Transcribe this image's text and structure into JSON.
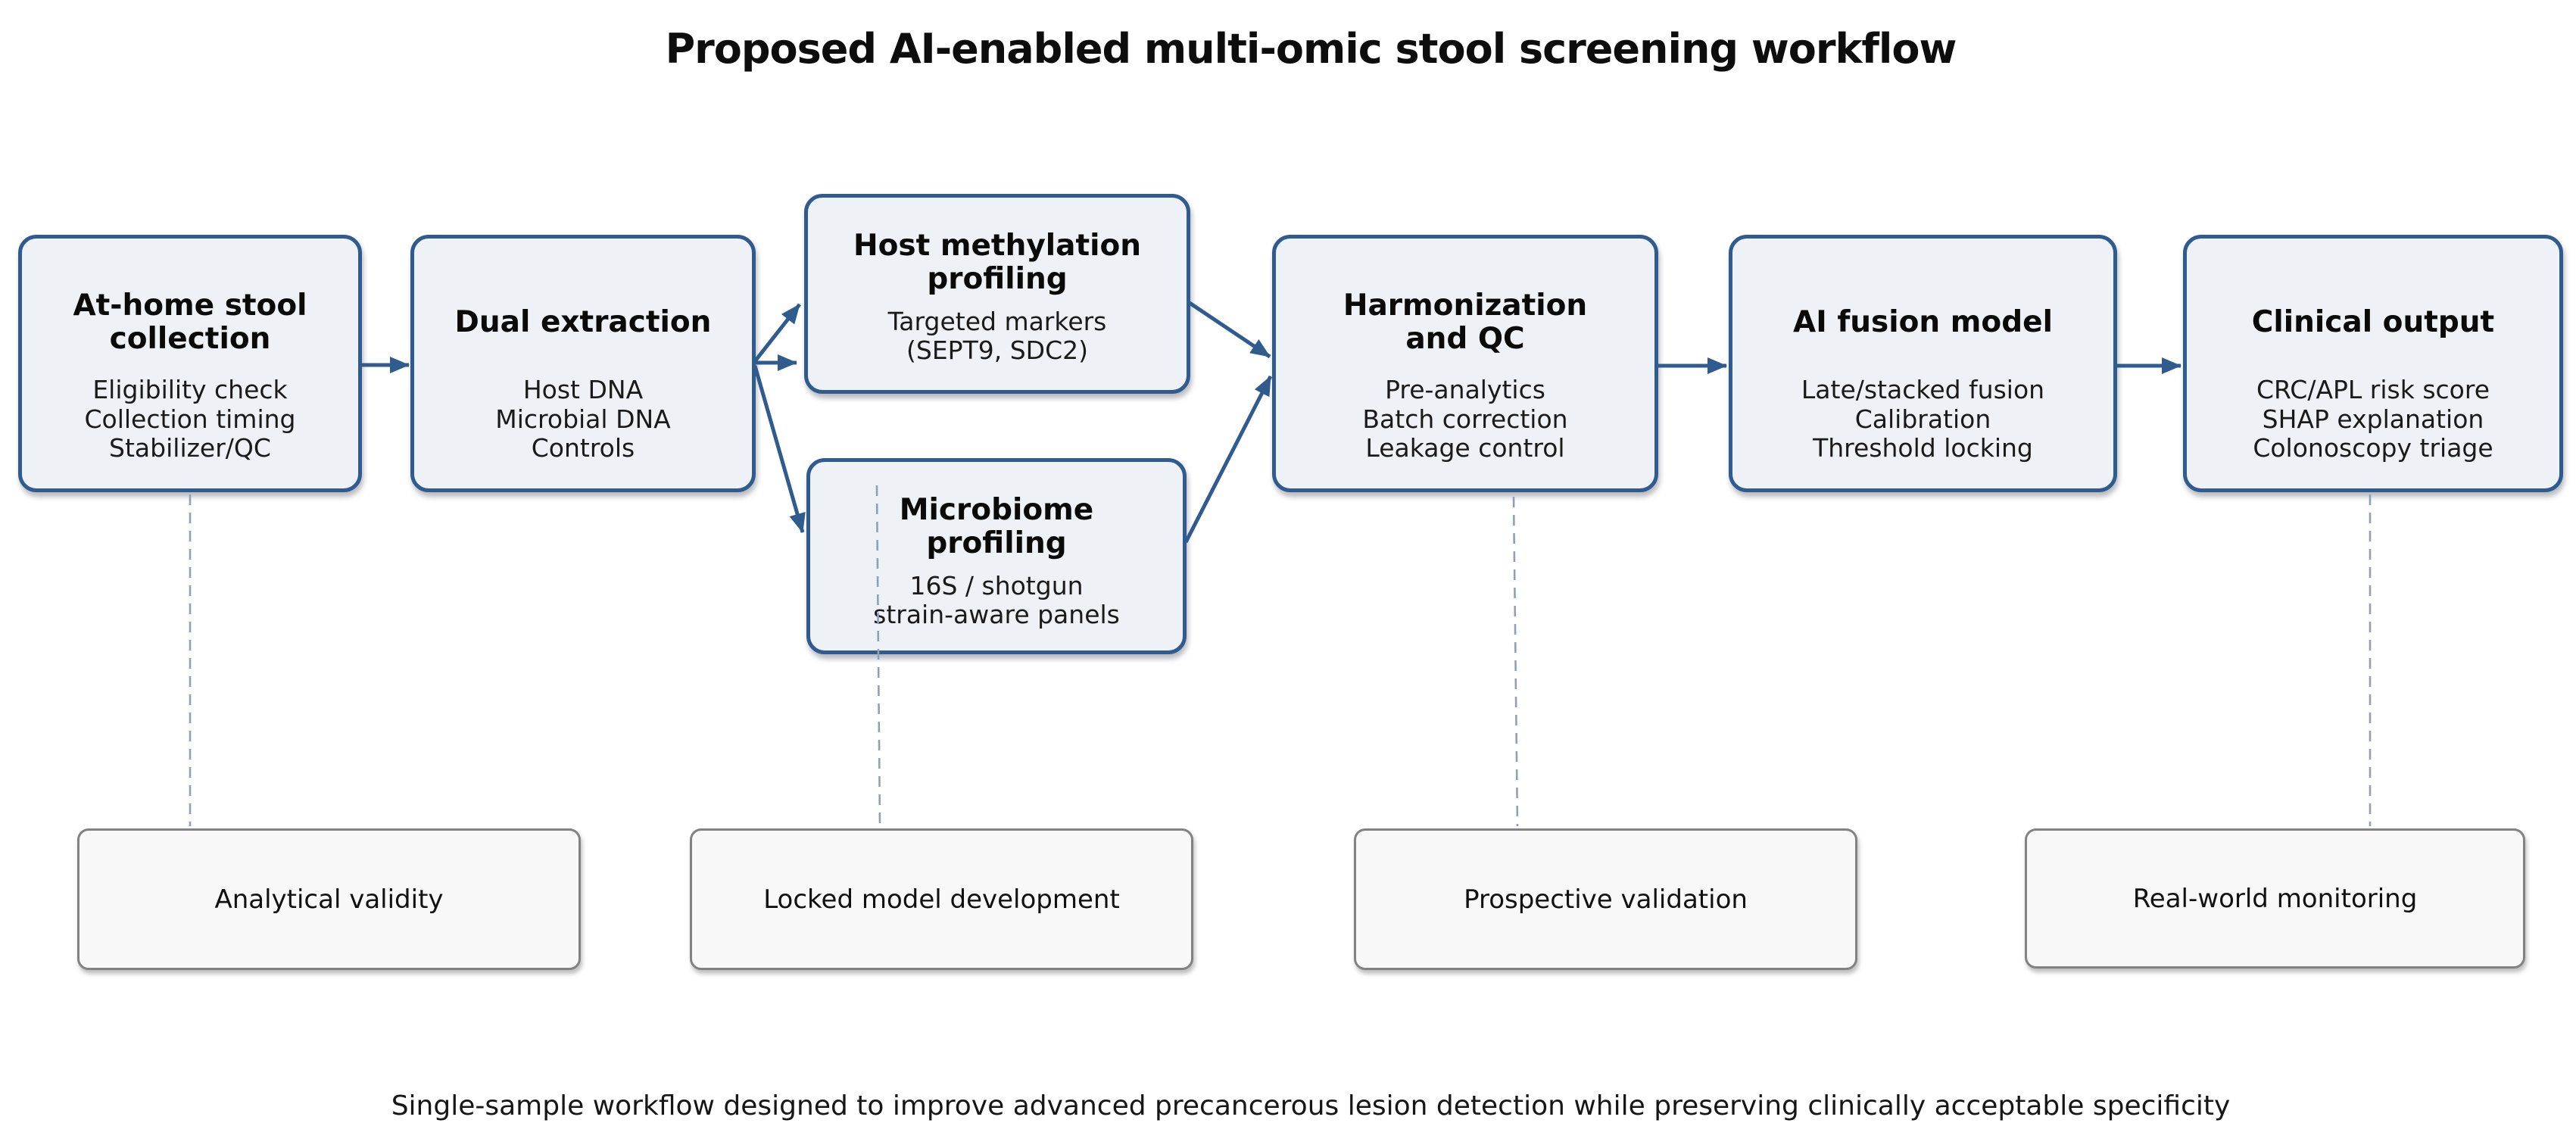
{
  "title": "Proposed AI-enabled multi-omic stool screening workflow",
  "footer": "Single-sample workflow designed to improve advanced precancerous lesion detection while preserving clinically acceptable specificity",
  "colors": {
    "flow_box_border": "#2f5b8e",
    "flow_box_fill": "#eef1f6",
    "arrow": "#2f5b8e",
    "phase_box_border": "#828282",
    "phase_box_fill": "#f8f8f9",
    "dashed_connector": "#93a0b4"
  },
  "flow_boxes": [
    {
      "id": "at-home-stool-collection",
      "title_lines": [
        "At-home stool",
        "collection"
      ],
      "body_lines": [
        "Eligibility check",
        "Collection timing",
        "Stabilizer/QC"
      ]
    },
    {
      "id": "dual-extraction",
      "title_lines": [
        "Dual extraction"
      ],
      "body_lines": [
        "Host DNA",
        "Microbial DNA",
        "Controls"
      ]
    },
    {
      "id": "host-methylation-profiling",
      "title_lines": [
        "Host methylation",
        "profiling"
      ],
      "body_lines": [
        "Targeted markers",
        "(SEPT9, SDC2)"
      ]
    },
    {
      "id": "microbiome-profiling",
      "title_lines": [
        "Microbiome",
        "profiling"
      ],
      "body_lines": [
        "16S / shotgun",
        "strain-aware panels"
      ]
    },
    {
      "id": "harmonization-and-qc",
      "title_lines": [
        "Harmonization",
        "and QC"
      ],
      "body_lines": [
        "Pre-analytics",
        "Batch correction",
        "Leakage control"
      ]
    },
    {
      "id": "ai-fusion-model",
      "title_lines": [
        "AI fusion model"
      ],
      "body_lines": [
        "Late/stacked fusion",
        "Calibration",
        "Threshold locking"
      ]
    },
    {
      "id": "clinical-output",
      "title_lines": [
        "Clinical output"
      ],
      "body_lines": [
        "CRC/APL risk score",
        "SHAP explanation",
        "Colonoscopy triage"
      ]
    }
  ],
  "phase_boxes": [
    {
      "label": "Analytical validity"
    },
    {
      "label": "Locked model development"
    },
    {
      "label": "Prospective validation"
    },
    {
      "label": "Real-world monitoring"
    }
  ]
}
